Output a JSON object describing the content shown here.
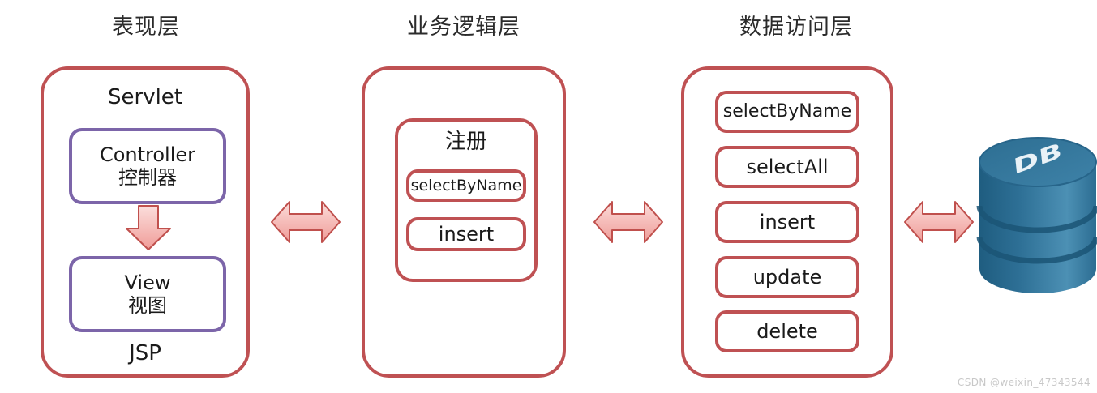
{
  "diagram": {
    "title_presentation": "表现层",
    "title_business": "业务逻辑层",
    "title_data": "数据访问层",
    "colors": {
      "red_border": "#BF5153",
      "purple_border": "#7C65A9",
      "arrow_fill": "#F5B6B4",
      "arrow_border": "#C0504D",
      "db_blue": "#2E6F96",
      "background": "#FFFFFF",
      "text": "#1A1A1A"
    }
  },
  "presentation_layer": {
    "top_label": "Servlet",
    "bottom_label": "JSP",
    "controller": {
      "line1": "Controller",
      "line2": "控制器"
    },
    "view": {
      "line1": "View",
      "line2": "视图"
    },
    "flow_arrow": "down-arrow"
  },
  "business_layer": {
    "group_label": "注册",
    "methods": [
      {
        "label": "selectByName"
      },
      {
        "label": "insert"
      }
    ]
  },
  "data_layer": {
    "methods": [
      {
        "label": "selectByName"
      },
      {
        "label": "selectAll"
      },
      {
        "label": "insert"
      },
      {
        "label": "update"
      },
      {
        "label": "delete"
      }
    ]
  },
  "database": {
    "label": "DB"
  },
  "connectors": [
    {
      "name": "presentation-to-business",
      "type": "bidirectional"
    },
    {
      "name": "business-to-data",
      "type": "bidirectional"
    },
    {
      "name": "data-to-database",
      "type": "bidirectional"
    }
  ],
  "watermark": {
    "text": "CSDN @weixin_47343544"
  }
}
